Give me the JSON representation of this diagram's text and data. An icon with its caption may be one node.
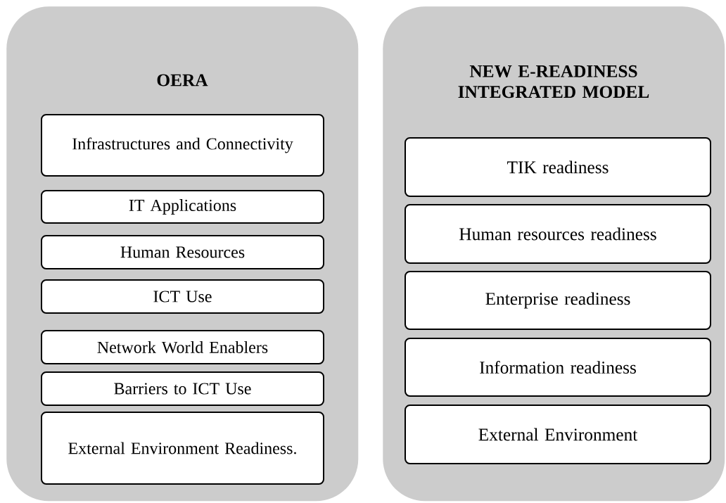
{
  "diagram": {
    "nodes": [
      {
        "text": [
          "OERA"
        ]
      },
      {
        "text": [
          "Infrastructures and Connectivity"
        ],
        "in": 0
      },
      {
        "text": [
          "IT Applications"
        ],
        "in": 0
      },
      {
        "text": [
          "Human Resources"
        ],
        "in": 0
      },
      {
        "text": [
          "ICT Use"
        ],
        "in": 0
      },
      {
        "text": [
          "Network World Enablers"
        ],
        "in": 0
      },
      {
        "text": [
          "Barriers to ICT Use"
        ],
        "in": 0
      },
      {
        "text": [
          "External Environment Readiness."
        ],
        "in": 0
      },
      {
        "text": [
          "NEW E-READINESS INTEGRATED MODEL"
        ]
      },
      {
        "text": [
          "TIK readiness"
        ],
        "in": 8
      },
      {
        "text": [
          "Human resources readiness"
        ],
        "in": 8
      },
      {
        "text": [
          "Enterprise readiness"
        ],
        "in": 8
      },
      {
        "text": [
          "Information readiness"
        ],
        "in": 8
      },
      {
        "text": [
          "External Environment"
        ],
        "in": 8
      }
    ]
  }
}
